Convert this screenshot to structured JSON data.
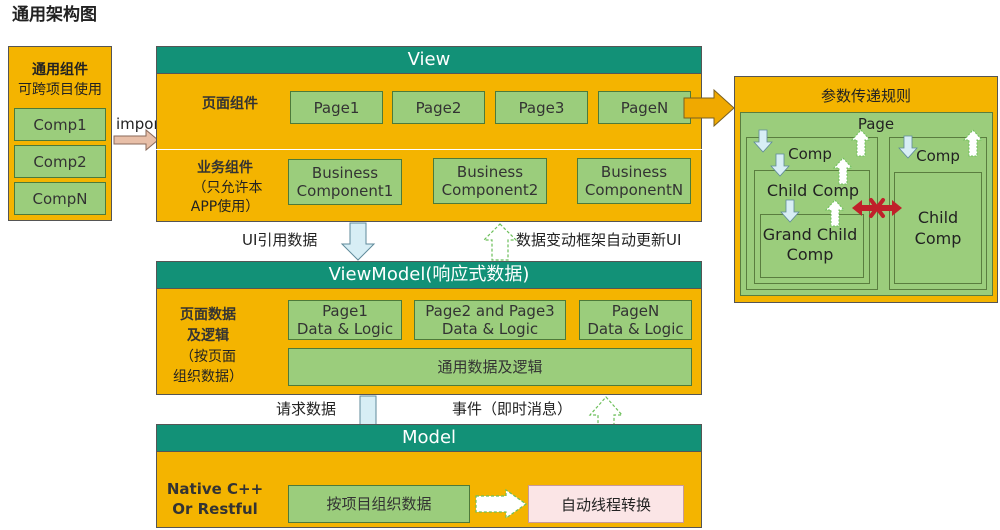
{
  "title": "通用架构图",
  "common": {
    "title_line1": "通用组件",
    "title_line2": "可跨项目使用",
    "comps": [
      "Comp1",
      "Comp2",
      "CompN"
    ]
  },
  "import_label": "import",
  "view": {
    "header": "View",
    "page_comp_label": "页面组件",
    "pages": [
      "Page1",
      "Page2",
      "Page3",
      "PageN"
    ],
    "biz_label_1": "业务组件",
    "biz_label_2": "（只允许本",
    "biz_label_3": "APP使用）",
    "biz": [
      {
        "l1": "Business",
        "l2": "Component1"
      },
      {
        "l1": "Business",
        "l2": "Component2"
      },
      {
        "l1": "Business",
        "l2": "ComponentN"
      }
    ]
  },
  "arrows": {
    "ui_ref": "UI引用数据",
    "auto_update": "数据变动框架自动更新UI",
    "request": "请求数据",
    "event": "事件（即时消息）"
  },
  "viewmodel": {
    "header": "ViewModel(响应式数据)",
    "label_1": "页面数据",
    "label_2": "及逻辑",
    "label_3": "（按页面",
    "label_4": "组织数据）",
    "items": [
      {
        "l1": "Page1",
        "l2": "Data & Logic"
      },
      {
        "l1": "Page2 and Page3",
        "l2": "Data & Logic"
      },
      {
        "l1": "PageN",
        "l2": "Data & Logic"
      }
    ],
    "common": "通用数据及逻辑"
  },
  "model": {
    "header": "Model",
    "label_1": "Native C++",
    "label_2": "Or Restful",
    "data_box": "按项目组织数据",
    "thread_box": "自动线程转换"
  },
  "params": {
    "title": "参数传递规则",
    "page": "Page",
    "comp_left": "Comp",
    "child_comp": "Child Comp",
    "grand_1": "Grand Child",
    "grand_2": "Comp",
    "comp_right": "Comp",
    "child_right_1": "Child",
    "child_right_2": "Comp"
  },
  "colors": {
    "orange": "#f4b400",
    "teal": "#129177",
    "green": "#9bcd7c",
    "light_blue": "#d7eef5",
    "red": "#c0202a"
  }
}
